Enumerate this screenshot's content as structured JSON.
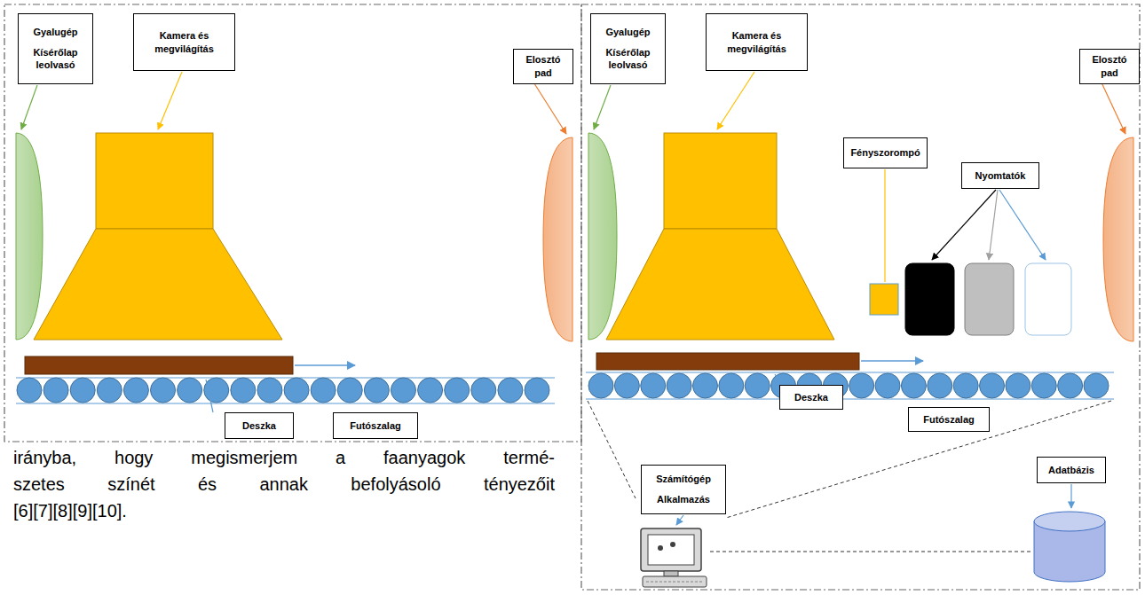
{
  "diagram": {
    "nodes": [
      {
        "text": [
          "Gyalugép",
          "Kísérőlap leolvasó"
        ]
      },
      {
        "text": [
          "Kamera és megvilágítás"
        ]
      },
      {
        "text": [
          "Elosztó pad"
        ]
      },
      {
        "text": [
          "Deszka"
        ]
      },
      {
        "text": [
          "Futószalag"
        ]
      },
      {
        "text": [
          "Gyalugép",
          "Kísérőlap leolvasó"
        ]
      },
      {
        "text": [
          "Kamera és megvilágítás"
        ]
      },
      {
        "text": [
          "Fényszorompó"
        ]
      },
      {
        "text": [
          "Nyomtatók"
        ]
      },
      {
        "text": [
          "Elosztó pad"
        ]
      },
      {
        "text": [
          "Deszka"
        ]
      },
      {
        "text": [
          "Futószalag"
        ]
      },
      {
        "text": [
          "Számítógép",
          "Alkalmazás"
        ]
      },
      {
        "text": [
          "Adatbázis"
        ]
      }
    ],
    "labels": [
      "irányba, hogy megismerjem a faanyagok termé-",
      "szetes színét és annak befolyásoló tényezőit",
      "[6][7][8][9][10]."
    ]
  }
}
